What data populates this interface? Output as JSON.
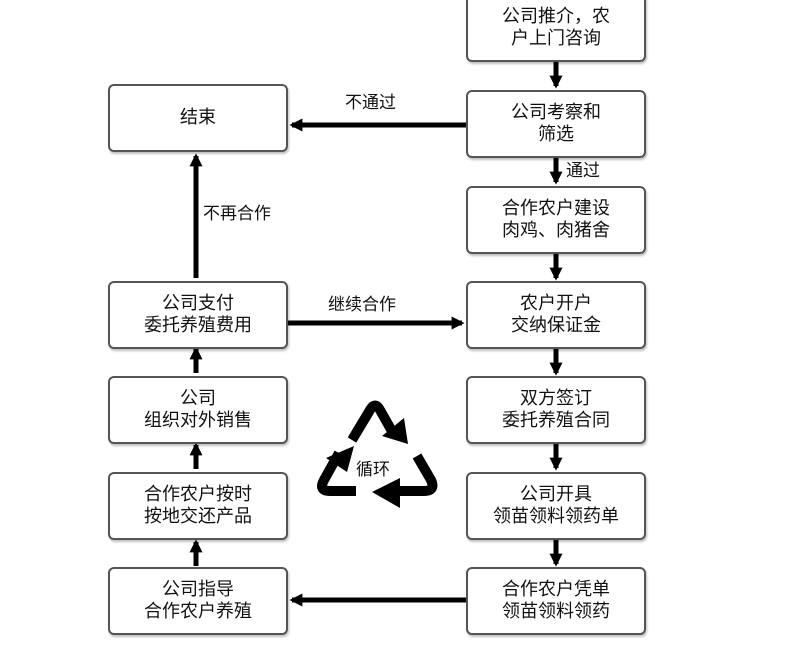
{
  "nodes": {
    "n1": {
      "line1": "公司推介，农",
      "line2": "户上门咨询"
    },
    "n2": {
      "line1": "公司考察和",
      "line2": "筛选"
    },
    "n3": {
      "line1": "合作农户建设",
      "line2": "肉鸡、肉猪舍"
    },
    "n4": {
      "line1": "农户开户",
      "line2": "交纳保证金"
    },
    "n5": {
      "line1": "双方签订",
      "line2": "委托养殖合同"
    },
    "n6": {
      "line1": "公司开具",
      "line2": "领苗领料领药单"
    },
    "n7": {
      "line1": "合作农户凭单",
      "line2": "领苗领料领药"
    },
    "n8": {
      "line1": "公司指导",
      "line2": "合作农户养殖"
    },
    "n9": {
      "line1": "合作农户按时",
      "line2": "按地交还产品"
    },
    "n10": {
      "line1": "公司",
      "line2": "组织对外销售"
    },
    "n11": {
      "line1": "公司支付",
      "line2": "委托养殖费用"
    },
    "n12": {
      "line1": "结束"
    }
  },
  "edge_labels": {
    "fail": "不通过",
    "pass": "通过",
    "continue": "继续合作",
    "stop": "不再合作",
    "cycle": "循环"
  },
  "colors": {
    "arrow": "#000000",
    "border": "#555555",
    "background": "#ffffff",
    "text": "#111111"
  },
  "icons": {
    "center": "recycle-icon"
  }
}
